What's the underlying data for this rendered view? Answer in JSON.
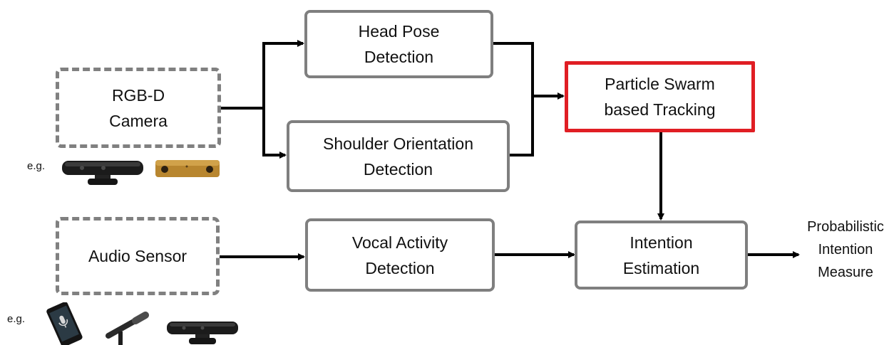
{
  "boxes": {
    "rgbd_camera": [
      "RGB-D",
      "Camera"
    ],
    "audio_sensor": [
      "Audio Sensor"
    ],
    "head_pose": [
      "Head Pose",
      "Detection"
    ],
    "shoulder": [
      "Shoulder Orientation",
      "Detection"
    ],
    "vocal": [
      "Vocal Activity",
      "Detection"
    ],
    "particle_swarm": [
      "Particle Swarm",
      "based Tracking"
    ],
    "intention": [
      "Intention",
      "Estimation"
    ]
  },
  "output": [
    "Probabilistic",
    "Intention",
    "Measure"
  ],
  "example_labels": {
    "camera": "e.g.",
    "audio": "e.g."
  },
  "devices": {
    "camera_examples": [
      "kinect-sensor-icon",
      "stereo-camera-icon"
    ],
    "audio_examples": [
      "smartphone-microphone-icon",
      "handheld-microphone-icon",
      "kinect-sensor-icon"
    ]
  },
  "colors": {
    "box_border": "#7f7f7f",
    "highlight_border": "#e01e24",
    "arrow": "#000000"
  }
}
